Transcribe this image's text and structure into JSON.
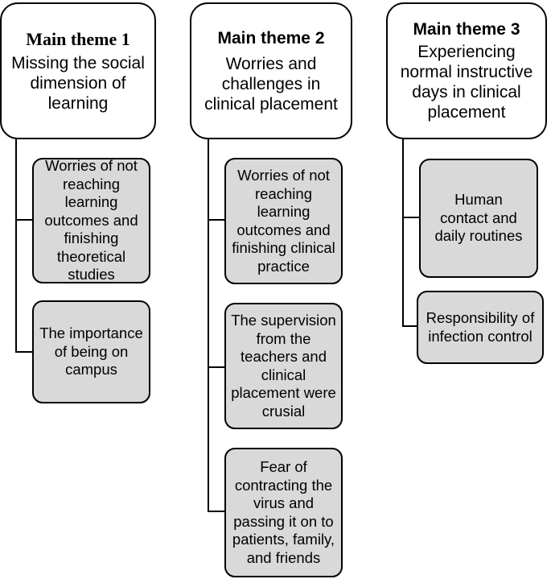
{
  "themes": [
    {
      "title": "Main theme 1",
      "description": "Missing the social dimension of learning",
      "subthemes": [
        "Worries of not reaching learning outcomes and finishing theoretical studies",
        "The importance of being on campus"
      ]
    },
    {
      "title": "Main theme 2",
      "description": "Worries and challenges in clinical placement",
      "subthemes": [
        "Worries of not reaching learning outcomes and finishing clinical practice",
        "The supervision from the teachers and clinical placement were crusial",
        "Fear of contracting the virus and passing it on to patients, family, and friends"
      ]
    },
    {
      "title": "Main theme 3",
      "description": "Experiencing normal instructive days in clinical placement",
      "subthemes": [
        "Human contact and daily routines",
        "Responsibility of infection control"
      ]
    }
  ]
}
